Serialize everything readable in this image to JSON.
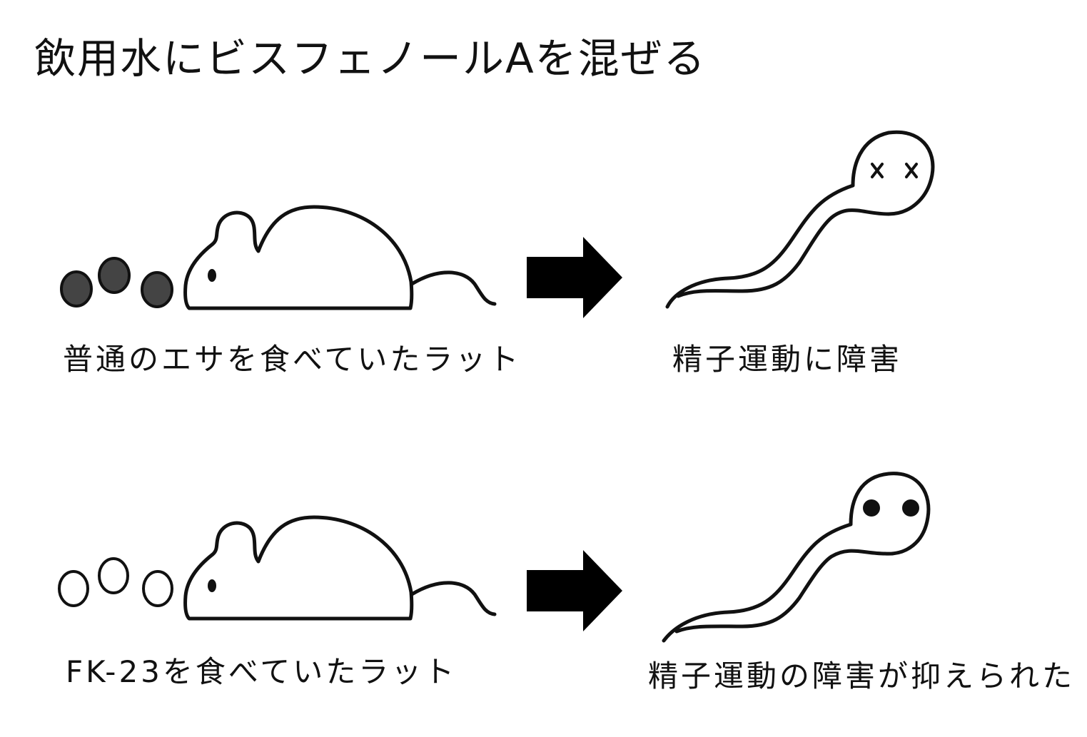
{
  "title": "飲用水にビスフェノールAを混ぜる",
  "rows": [
    {
      "food_label": "普通のエサを食べていたラット",
      "result_label": "精子運動に障害",
      "pellet_style": "filled",
      "sperm_eyes": "x"
    },
    {
      "food_label": "FK-23を食べていたラット",
      "result_label": "精子運動の障害が抑えられた",
      "pellet_style": "hollow",
      "sperm_eyes": "dot"
    }
  ],
  "colors": {
    "stroke": "#111111",
    "pellet_filled": "#444444",
    "arrow": "#000000"
  }
}
